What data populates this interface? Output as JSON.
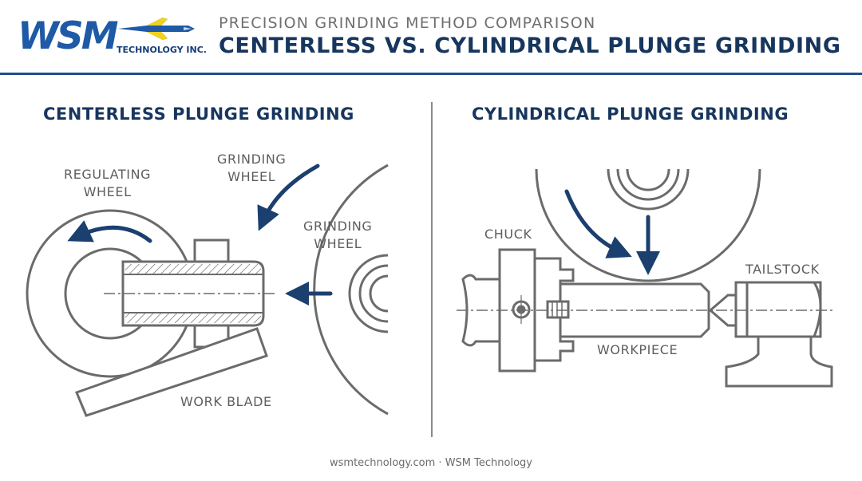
{
  "header": {
    "logo_text": "WSM",
    "logo_subtext": "TECHNOLOGY INC.",
    "title_pre": "PRECISION GRINDING METHOD COMPARISON",
    "title_main": "CENTERLESS VS. CYLINDRICAL PLUNGE GRINDING"
  },
  "left": {
    "title": "CENTERLESS PLUNGE GRINDING",
    "labels": {
      "regulating_wheel_1": "REGULATING",
      "regulating_wheel_2": "WHEEL",
      "grinding_wheel_top_1": "GRINDING",
      "grinding_wheel_top_2": "WHEEL",
      "grinding_wheel_right_1": "GRINDING",
      "grinding_wheel_right_2": "WHEEL",
      "work_blade": "WORK BLADE"
    }
  },
  "right": {
    "title": "CYLINDRICAL PLUNGE GRINDING",
    "labels": {
      "chuck": "CHUCK",
      "tailstock": "TAILSTOCK",
      "workpiece": "WORKPIECE"
    }
  },
  "footer": {
    "text": "wsmtechnology.com · WSM Technology"
  },
  "colors": {
    "navy": "#17365e",
    "rule_blue": "#1d4e89",
    "arrow_blue": "#1b3f6e",
    "line_gray": "#6b6b6b",
    "logo_blue": "#1e5aa6",
    "logo_yellow": "#f2d21b"
  }
}
